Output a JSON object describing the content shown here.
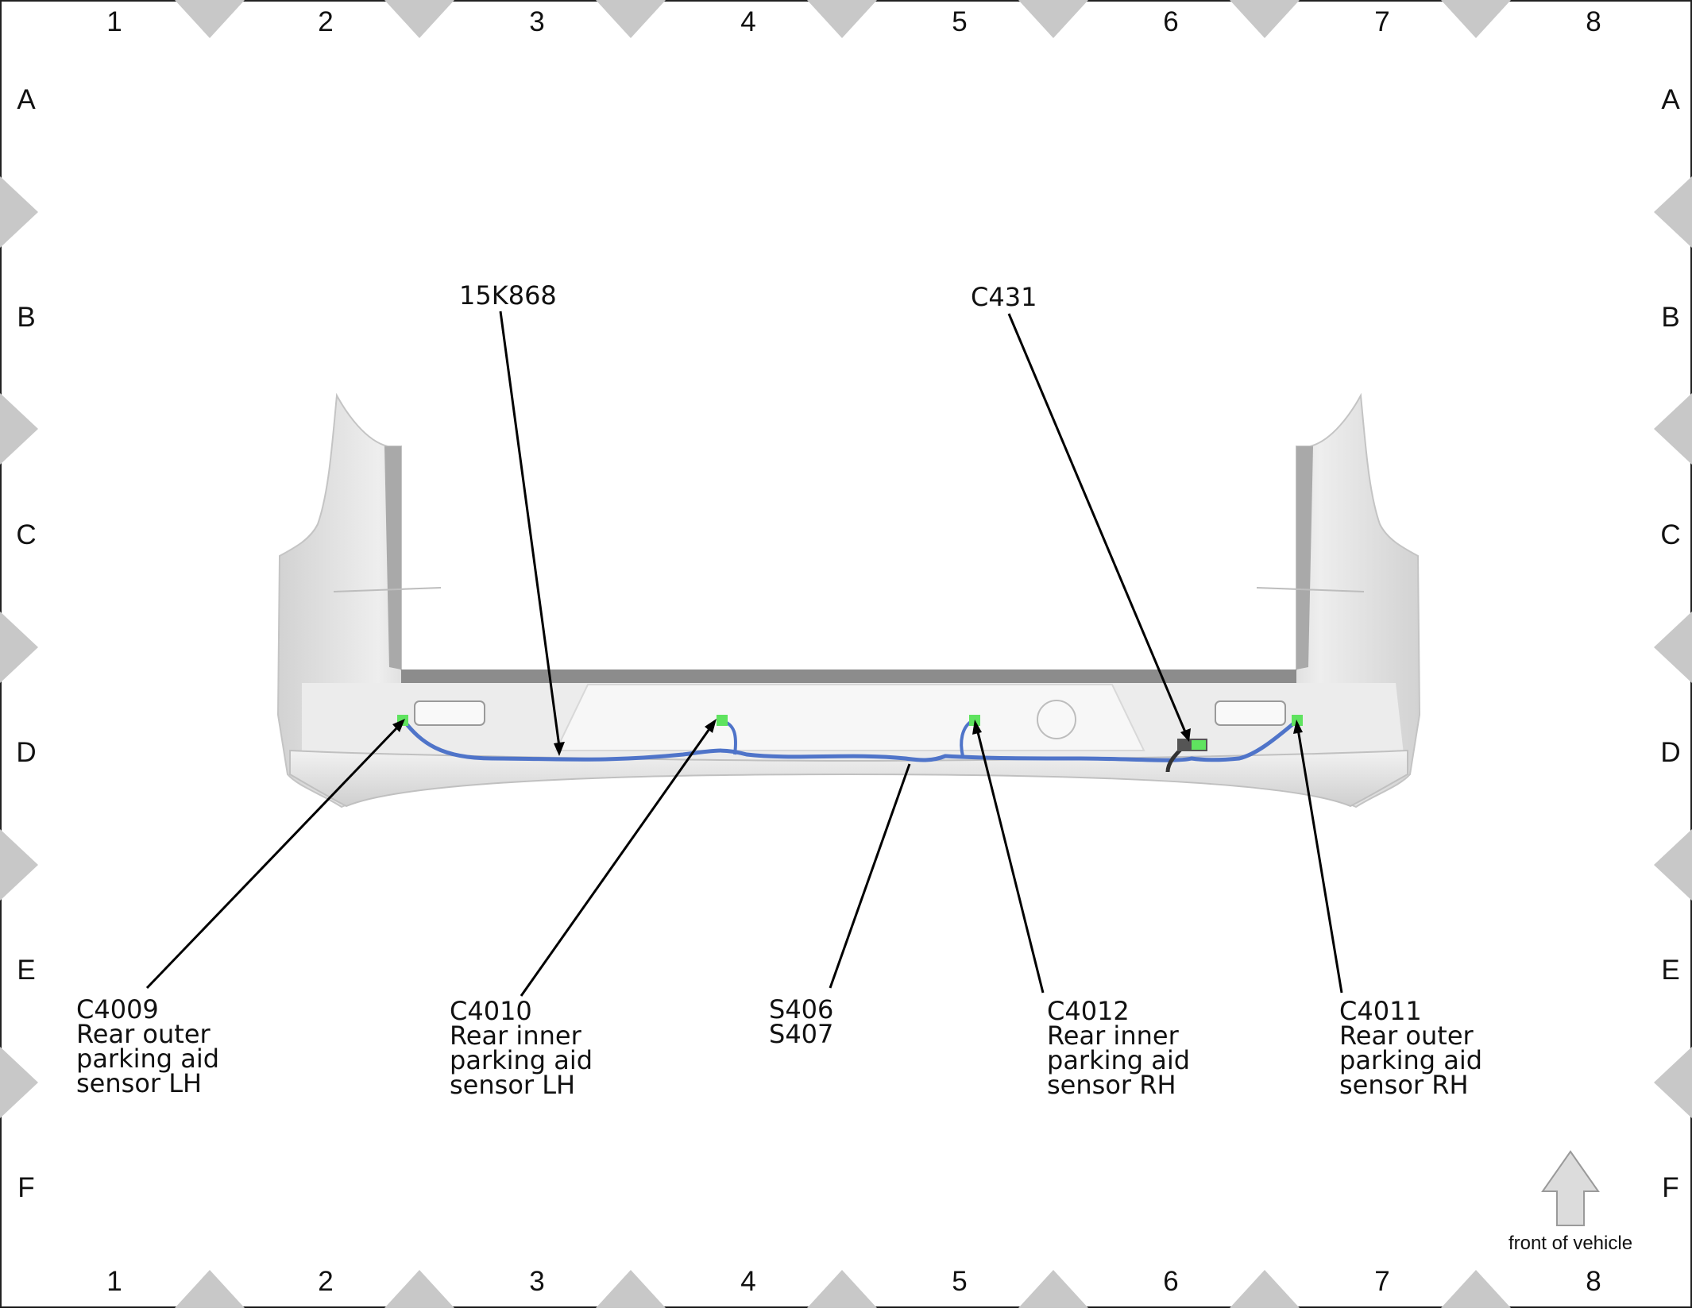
{
  "grid": {
    "columns": [
      "1",
      "2",
      "3",
      "4",
      "5",
      "6",
      "7",
      "8"
    ],
    "rows": [
      "A",
      "B",
      "C",
      "D",
      "E",
      "F"
    ]
  },
  "callouts": {
    "harness": {
      "code": "15K868"
    },
    "c431": {
      "code": "C431"
    },
    "c4009": {
      "code": "C4009",
      "line1": "Rear outer",
      "line2": "parking aid",
      "line3": "sensor LH"
    },
    "c4010": {
      "code": "C4010",
      "line1": "Rear inner",
      "line2": "parking aid",
      "line3": "sensor LH"
    },
    "s406": {
      "code": "S406",
      "line1": "S407"
    },
    "c4012": {
      "code": "C4012",
      "line1": "Rear inner",
      "line2": "parking aid",
      "line3": "sensor RH"
    },
    "c4011": {
      "code": "C4011",
      "line1": "Rear outer",
      "line2": "parking aid",
      "line3": "sensor RH"
    }
  },
  "front_indicator": {
    "label": "front of vehicle",
    "icon": "up-arrow-icon"
  },
  "colors": {
    "harness_wire": "#4f74c9",
    "connector": "#5fe35f",
    "bumper_body": "#dcdcdc",
    "grid_marker": "#c8c8c8"
  }
}
